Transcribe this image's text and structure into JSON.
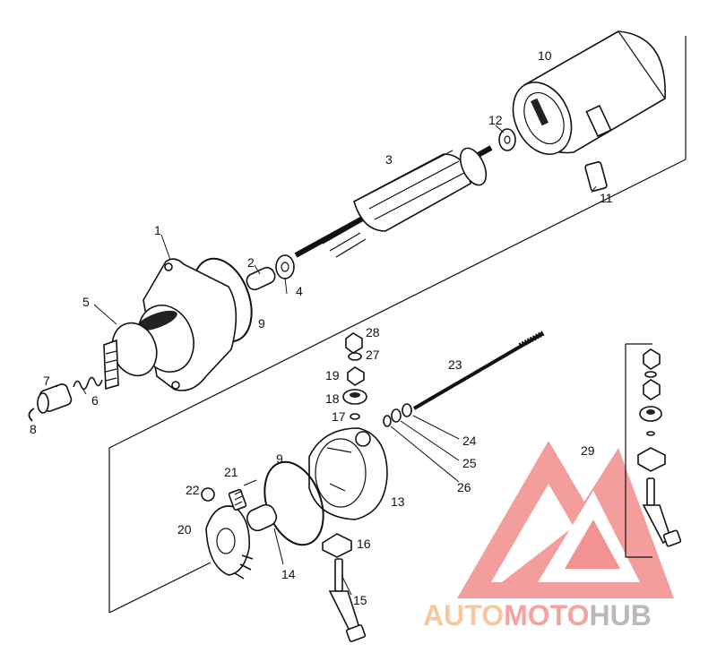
{
  "callouts": [
    {
      "id": "1",
      "text": "1"
    },
    {
      "id": "2",
      "text": "2"
    },
    {
      "id": "3",
      "text": "3"
    },
    {
      "id": "4",
      "text": "4"
    },
    {
      "id": "5",
      "text": "5"
    },
    {
      "id": "6",
      "text": "6"
    },
    {
      "id": "7",
      "text": "7"
    },
    {
      "id": "8",
      "text": "8"
    },
    {
      "id": "9a",
      "text": "9"
    },
    {
      "id": "9b",
      "text": "9"
    },
    {
      "id": "10",
      "text": "10"
    },
    {
      "id": "11",
      "text": "11"
    },
    {
      "id": "12",
      "text": "12"
    },
    {
      "id": "13",
      "text": "13"
    },
    {
      "id": "14",
      "text": "14"
    },
    {
      "id": "15",
      "text": "15"
    },
    {
      "id": "16",
      "text": "16"
    },
    {
      "id": "17",
      "text": "17"
    },
    {
      "id": "18",
      "text": "18"
    },
    {
      "id": "19",
      "text": "19"
    },
    {
      "id": "20",
      "text": "20"
    },
    {
      "id": "21",
      "text": "21"
    },
    {
      "id": "22",
      "text": "22"
    },
    {
      "id": "23",
      "text": "23"
    },
    {
      "id": "24",
      "text": "24"
    },
    {
      "id": "25",
      "text": "25"
    },
    {
      "id": "26",
      "text": "26"
    },
    {
      "id": "27",
      "text": "27"
    },
    {
      "id": "28",
      "text": "28"
    },
    {
      "id": "29",
      "text": "29"
    }
  ],
  "watermark": {
    "part1": "AUTO",
    "part2": "MOTO",
    "part3": "HUB",
    "color_auto": "#f5c9a0",
    "color_moto": "#f3a3a3",
    "color_hub": "#b9b9b9",
    "triangle_color": "#f08080"
  }
}
